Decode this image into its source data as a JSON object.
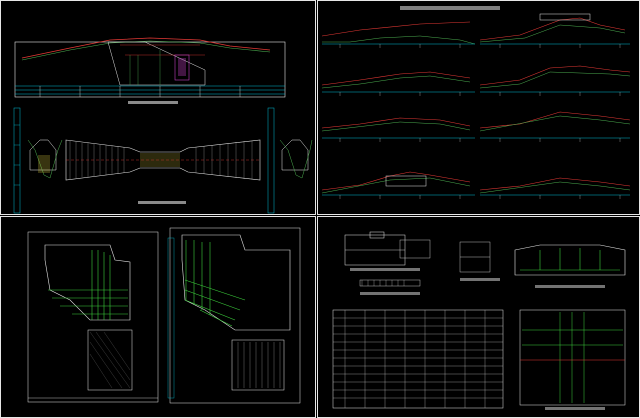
{
  "app": {
    "window_title": ""
  },
  "colors": {
    "background": "#000000",
    "sheet_border": "#e6e6e6",
    "profile_red": "#e53935",
    "profile_green": "#4caf50",
    "datum_cyan": "#00bcd4",
    "hatch_green": "#3cd13c",
    "annotation_white": "#e6e6e6",
    "annotation_magenta": "#c040c0",
    "annotation_yellow": "#e0d040"
  },
  "sheets": [
    {
      "id": "sheet-top-left",
      "label": ""
    },
    {
      "id": "sheet-top-right",
      "label": ""
    },
    {
      "id": "sheet-bottom-left",
      "label": ""
    },
    {
      "id": "sheet-bottom-right",
      "label": ""
    }
  ]
}
